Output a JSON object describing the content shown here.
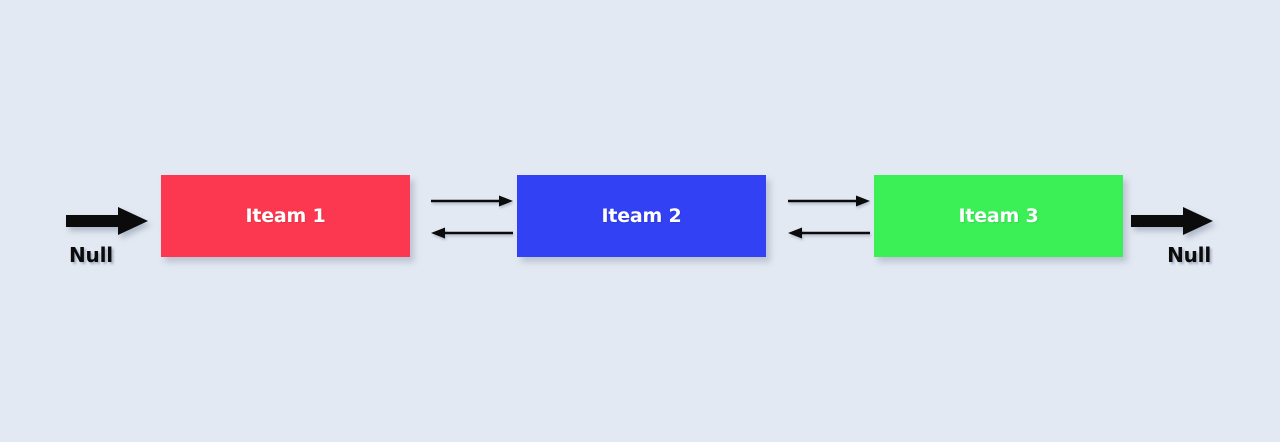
{
  "diagram": {
    "type": "doubly-linked-list",
    "background_color": "#e3e9f2",
    "nodes": [
      {
        "id": "node-1",
        "label": "Iteam 1",
        "color": "#fb384f",
        "text_color": "#ffffff"
      },
      {
        "id": "node-2",
        "label": "Iteam 2",
        "color": "#3341f5",
        "text_color": "#ffffff"
      },
      {
        "id": "node-3",
        "label": "Iteam 3",
        "color": "#3bf056",
        "text_color": "#ffffff"
      }
    ],
    "links": [
      {
        "id": "link-1-2",
        "from": "Iteam 1",
        "to": "Iteam 2",
        "forward_icon": "arrow-right-icon",
        "backward_icon": "arrow-left-icon"
      },
      {
        "id": "link-2-3",
        "from": "Iteam 2",
        "to": "Iteam 3",
        "forward_icon": "arrow-right-icon",
        "backward_icon": "arrow-left-icon"
      }
    ],
    "terminals": [
      {
        "id": "null-left",
        "label": "Null",
        "icon": "thick-arrow-right-icon",
        "side": "left"
      },
      {
        "id": "null-right",
        "label": "Null",
        "icon": "thick-arrow-right-icon",
        "side": "right"
      }
    ],
    "arrow_color": "#0b0b0b"
  }
}
